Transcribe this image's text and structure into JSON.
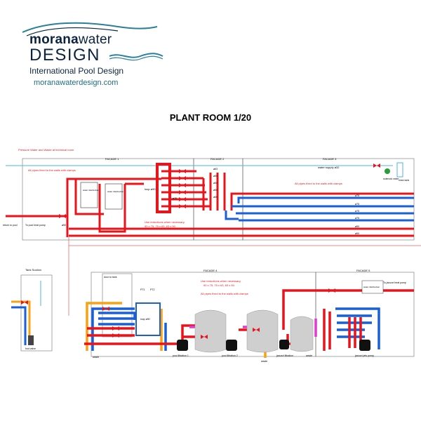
{
  "logo": {
    "brand_bold": "morana",
    "brand_light": "water",
    "brand_second": "DESIGN",
    "tagline": "International Pool Design",
    "url": "moranawaterdesign.com",
    "colors": {
      "navy": "#0a2340",
      "teal": "#1d6e86",
      "wave": "#2a7f9a"
    }
  },
  "title": "PLANT ROOM 1/20",
  "upper": {
    "note_red": "Pressure Water and Waste at technical room",
    "facade_labels": [
      "FACADE 1",
      "FACADE 2",
      "FACADE 3"
    ],
    "fixing_note_left": "All pipes fixed to the walls with clamps",
    "fixing_note_right": "All pipes fixed to the walls with clamps",
    "water_supply": "water supply ø32",
    "solenoid": "solenoid valve",
    "tank_label": "rinse tank",
    "reduction_note": [
      "Use reductions when necessary,",
      "90 x 75, 75 x 63, 63 x 50."
    ],
    "equipment": [
      "water disinfection",
      "water disinfection"
    ],
    "loop_label": "loop ø90",
    "flow_left": "return to pool",
    "flow_left2": "To pool heat pump",
    "sizes": [
      "ø63",
      "ø50",
      "ø50",
      "ø50",
      "ø50",
      "ø75",
      "ø75",
      "ø75",
      "ø75",
      "ø50",
      "ø50",
      "ø50",
      "ø75"
    ]
  },
  "lower": {
    "tank_title": "Tank Suction",
    "tank_lower": "foot valve",
    "facade_labels": [
      "FACADE 4",
      "FACADE 5"
    ],
    "door_label": "door to tank",
    "reduction_note": [
      "Use reductions when necessary,",
      "90 x 75, 75 x 63, 63 x 50."
    ],
    "fixing_note": "All pipes fixed to the walls with clamps",
    "heat_pump_note": "To jacuzzi heat pump",
    "water_disinfection": "water disinfection",
    "loop_label": "loop ø90",
    "pump_labels": [
      "pool filtration 1",
      "pool filtration 2",
      "jacuzzi filtration",
      "jacuzzi jets pump"
    ],
    "waste_labels": [
      "waste",
      "waste",
      "waste"
    ],
    "valve_labels": [
      "PT1",
      "PT2"
    ]
  },
  "colors": {
    "red": "#e8141c",
    "blue": "#1a5fd6",
    "light_blue": "#4fb2e8",
    "orange": "#f5a316",
    "magenta": "#e03ad0",
    "black": "#000000",
    "grey_tank": "#cfcfcf"
  }
}
